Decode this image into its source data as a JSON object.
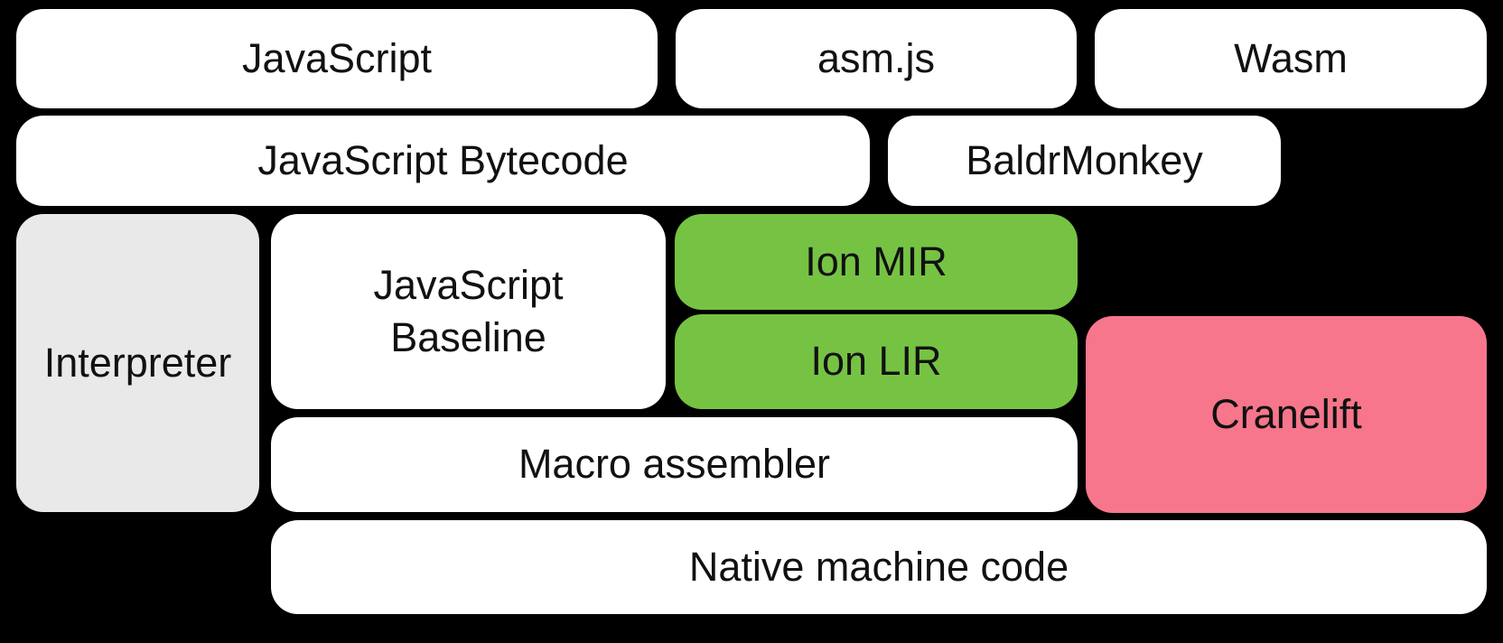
{
  "diagram": {
    "description": "JavaScript engine compilation pipeline block diagram",
    "colors": {
      "background": "#000000",
      "box_default": "#ffffff",
      "interpreter_gray": "#e9e9e9",
      "ion_green": "#76c344",
      "cranelift_pink": "#f7768b",
      "text": "#111111"
    },
    "boxes": {
      "javascript": {
        "label": "JavaScript"
      },
      "asmjs": {
        "label": "asm.js"
      },
      "wasm": {
        "label": "Wasm"
      },
      "javascript_bytecode": {
        "label": "JavaScript Bytecode"
      },
      "baldrmonkey": {
        "label": "BaldrMonkey"
      },
      "interpreter": {
        "label": "Interpreter"
      },
      "javascript_baseline": {
        "label": "JavaScript\nBaseline"
      },
      "ion_mir": {
        "label": "Ion MIR"
      },
      "ion_lir": {
        "label": "Ion LIR"
      },
      "cranelift": {
        "label": "Cranelift"
      },
      "macro_assembler": {
        "label": "Macro assembler"
      },
      "native_machine_code": {
        "label": "Native machine code"
      }
    }
  }
}
